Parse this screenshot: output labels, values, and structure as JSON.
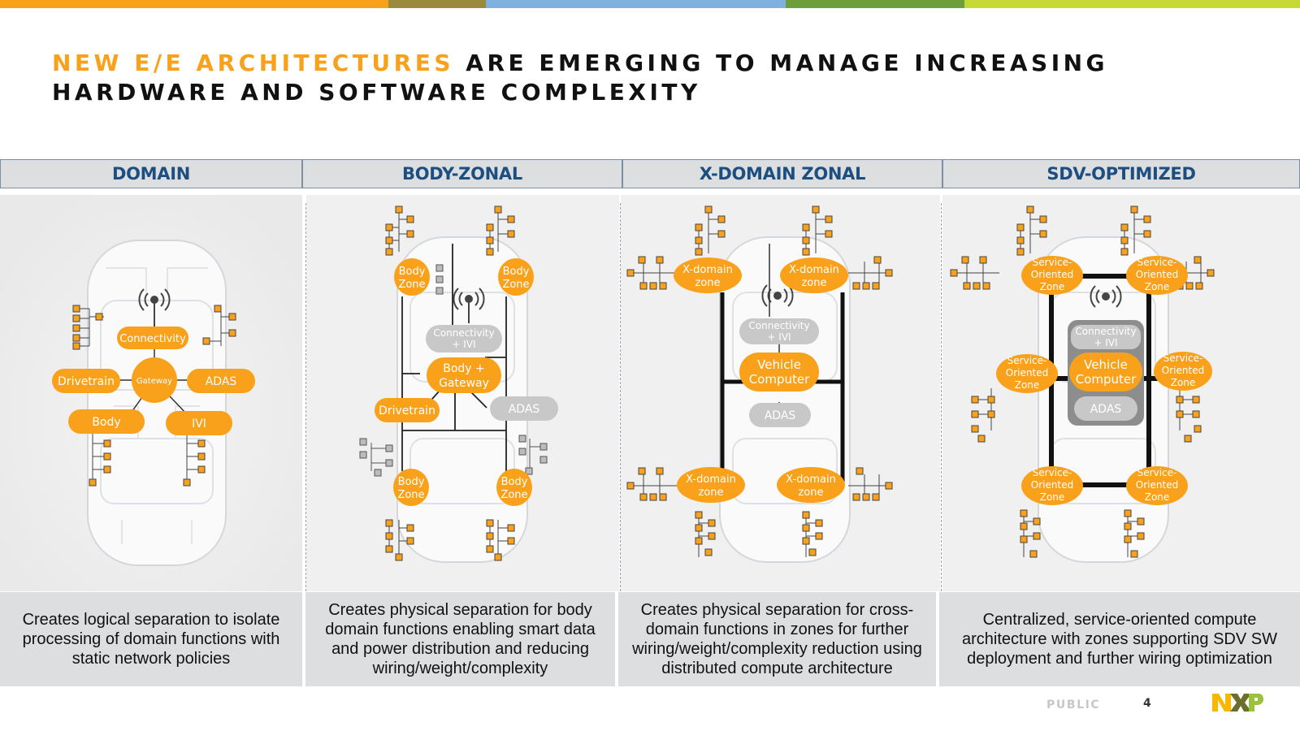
{
  "title": {
    "accent": "NEW E/E ARCHITECTURES",
    "rest": " ARE EMERGING TO MANAGE INCREASING HARDWARE AND SOFTWARE COMPLEXITY"
  },
  "colors": {
    "accent": "#f9a11b",
    "header_text": "#1c4e80",
    "bar": [
      "#f9a11b",
      "#9a8a3c",
      "#7fb0de",
      "#6d9e3a",
      "#c5d834"
    ]
  },
  "columns": [
    {
      "header": "DOMAIN",
      "description": "Creates logical separation to isolate processing of domain functions with static network policies",
      "nodes": {
        "connectivity": "Connectivity",
        "gateway": "Gateway",
        "drivetrain": "Drivetrain",
        "adas": "ADAS",
        "body": "Body",
        "ivi": "IVI"
      }
    },
    {
      "header": "BODY-ZONAL",
      "description": "Creates physical separation for body domain functions enabling smart data and power distribution and reducing wiring/weight/complexity",
      "nodes": {
        "zone": [
          "Body",
          "Zone"
        ],
        "conn": [
          "Connectivity",
          "+ IVI"
        ],
        "gw": [
          "Body +",
          "Gateway"
        ],
        "drivetrain": "Drivetrain",
        "adas": "ADAS"
      }
    },
    {
      "header": "X-DOMAIN ZONAL",
      "description": "Creates physical separation for cross-domain functions in zones for further wiring/weight/complexity reduction using distributed compute architecture",
      "nodes": {
        "zone": [
          "X-domain",
          "zone"
        ],
        "conn": [
          "Connectivity",
          "+ IVI"
        ],
        "vc": [
          "Vehicle",
          "Computer"
        ],
        "adas": "ADAS"
      }
    },
    {
      "header": "SDV-OPTIMIZED",
      "description": "Centralized, service-oriented compute architecture with zones supporting SDV SW deployment and further wiring optimization",
      "nodes": {
        "zone": [
          "Service-",
          "Oriented",
          "Zone"
        ],
        "conn": [
          "Connectivity",
          "+ IVI"
        ],
        "vc": [
          "Vehicle",
          "Computer"
        ],
        "adas": "ADAS"
      }
    }
  ],
  "footer": {
    "classification": "PUBLIC",
    "page": "4",
    "logo": "NXP"
  }
}
